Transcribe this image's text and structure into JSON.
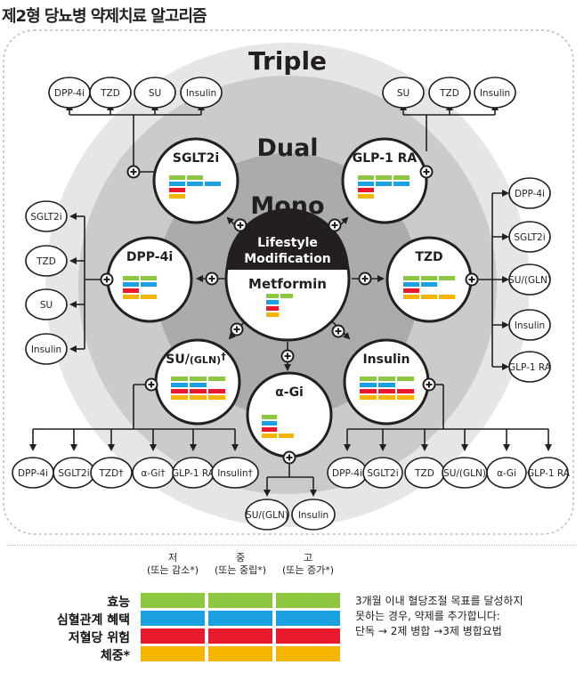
{
  "title": "제2형 당뇨병 약제치료 알고리즘",
  "levels": {
    "triple": "Triple",
    "dual": "Dual",
    "mono": "Mono"
  },
  "center": {
    "top_line1": "Lifestyle",
    "top_line2": "Modification",
    "bottom": "Metformin"
  },
  "drugs": {
    "sglt2i": "SGLT2i",
    "glp1": "GLP-1 RA",
    "dpp4": "DPP-4i",
    "tzd": "TZD",
    "su": "SU/",
    "su_sub": "(GLN)",
    "su_mark": "†",
    "insulin": "Insulin",
    "agi": "α-Gi"
  },
  "triple_options": {
    "sglt2i": [
      "DPP-4i",
      "TZD",
      "SU",
      "Insulin"
    ],
    "glp1": [
      "SU",
      "TZD",
      "Insulin"
    ],
    "dpp4": [
      "SGLT2i",
      "TZD",
      "SU",
      "Insulin"
    ],
    "tzd": [
      "DPP-4i",
      "SGLT2i",
      "SU/(GLN)",
      "Insulin",
      "GLP-1 RA"
    ],
    "su": [
      "DPP-4i",
      "SGLT2i",
      "TZD†",
      "α-Gi†",
      "GLP-1 RA",
      "Insulin†"
    ],
    "insulin": [
      "DPP-4i",
      "SGLT2i",
      "TZD",
      "SU/(GLN)",
      "α-Gi",
      "GLP-1 RA"
    ],
    "agi": [
      "SU/(GLN)",
      "Insulin"
    ]
  },
  "legend": {
    "columns": [
      {
        "top": "저",
        "bottom": "(또는 감소*)"
      },
      {
        "top": "중",
        "bottom": "(또는 중립*)"
      },
      {
        "top": "고",
        "bottom": "(또는 증가*)"
      }
    ],
    "rows": [
      {
        "label": "효능",
        "color": "#8dc63f"
      },
      {
        "label": "심혈관계 혜택",
        "color": "#1ba1e2"
      },
      {
        "label": "저혈당 위험",
        "color": "#e8192c"
      },
      {
        "label": "체중*",
        "color": "#f5b400"
      }
    ],
    "note": [
      "3개월 이내 혈당조절 목표를 달성하지",
      "못하는 경우, 약제를 추가합니다:",
      "단독 → 2제 병합 →3제 병합요법"
    ]
  },
  "colors": {
    "triple_ring": "#e6e6e6",
    "dual_ring": "#cbcbcb",
    "mono_ring": "#ababab",
    "dark": "#231f20",
    "green": "#8dc63f",
    "blue": "#1ba1e2",
    "red": "#e8192c",
    "yellow": "#f5b400"
  },
  "profiles": {
    "metformin": [
      2,
      1,
      1,
      1
    ],
    "sglt2i": [
      2,
      3,
      1,
      1
    ],
    "glp1": [
      3,
      3,
      1,
      1
    ],
    "dpp4": [
      2,
      2,
      1,
      2
    ],
    "tzd": [
      3,
      2,
      1,
      3
    ],
    "su": [
      3,
      2,
      3,
      3
    ],
    "insulin": [
      3,
      2,
      3,
      3
    ],
    "agi": [
      1,
      1,
      1,
      2
    ]
  }
}
